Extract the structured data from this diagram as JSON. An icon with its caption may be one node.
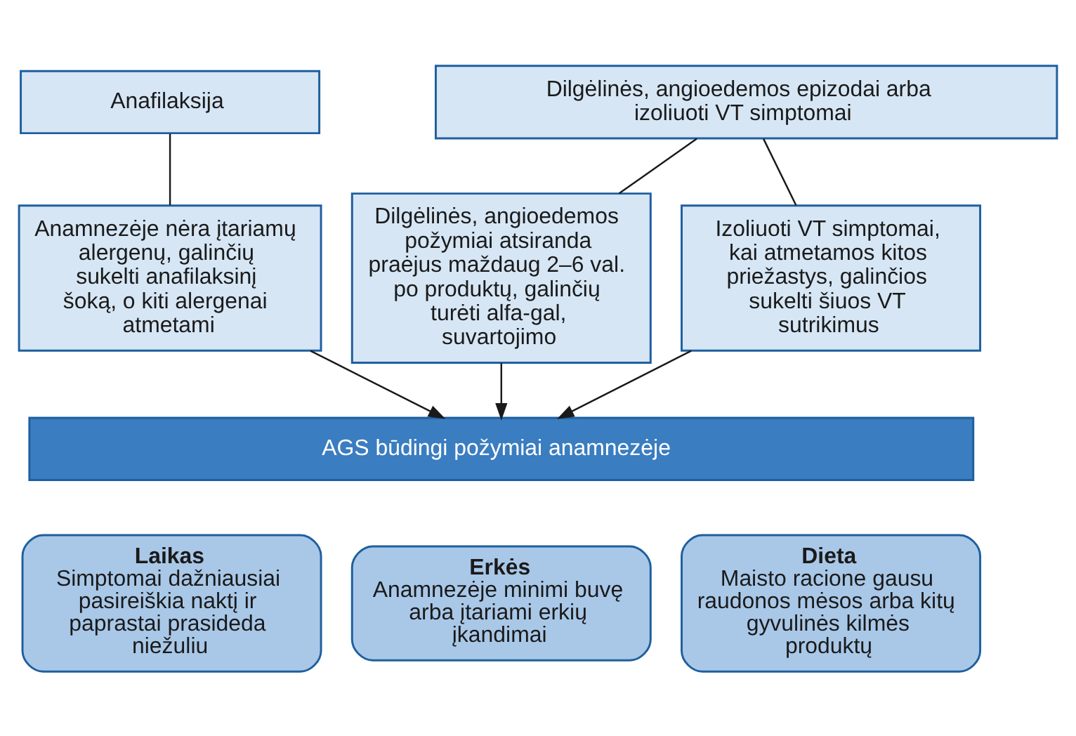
{
  "diagram": {
    "nodes": [
      {
        "text": [
          "Anafilaksija"
        ]
      },
      {
        "text": [
          "Dilgėlinės, angioedemos epizodai arba izoliuoti VT simptomai"
        ]
      },
      {
        "text": [
          "Anamnezėje nėra įtariamų alergenų, galinčių sukelti anafilaksinį šoką, o kiti alergenai atmetami"
        ]
      },
      {
        "text": [
          "Dilgėlinės, angioedemos požymiai atsiranda praėjus maždaug 2–6 val. po produktų, galinčių turėti alfa-gal, suvartojimo"
        ]
      },
      {
        "text": [
          "Izoliuoti VT simptomai, kai atmetamos kitos priežastys, galinčios sukelti šiuos VT sutrikimus"
        ]
      },
      {
        "text": [
          "AGS būdingi požymiai anamnezėje"
        ]
      },
      {
        "text": [
          "Laikas",
          "Simptomai dažniausiai pasireiškia naktį ir paprastai prasideda niežuliu"
        ]
      },
      {
        "text": [
          "Erkės",
          "Anamnezėje minimi buvę arba įtariami erkių įkandimai"
        ]
      },
      {
        "text": [
          "Dieta",
          "Maisto racione gausu raudonos mėsos arba kitų gyvulinės kilmės produktų"
        ]
      }
    ],
    "edges": [
      {
        "from": 0,
        "to": 2,
        "arrow": "none"
      },
      {
        "from": 1,
        "to": 3,
        "arrow": "none"
      },
      {
        "from": 1,
        "to": 4,
        "arrow": "none"
      },
      {
        "from": 2,
        "to": 5,
        "arrow": "to"
      },
      {
        "from": 3,
        "to": 5,
        "arrow": "to"
      },
      {
        "from": 4,
        "to": 5,
        "arrow": "to"
      }
    ]
  }
}
